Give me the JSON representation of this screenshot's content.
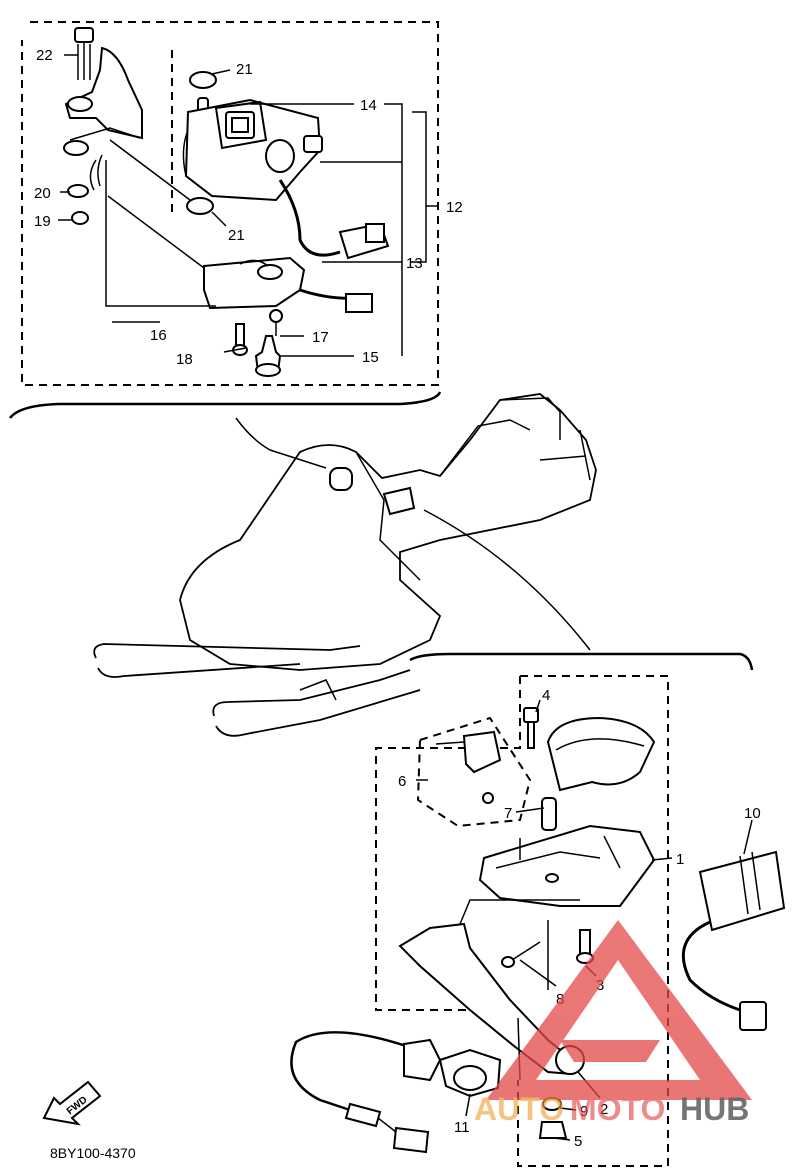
{
  "diagram_code": "8BY100-4370",
  "fwd_label": "FWD",
  "watermark": {
    "part1": "AUTO",
    "part2": "MOTO",
    "part3": "HUB",
    "logo_color": "#e34848"
  },
  "callouts": {
    "n1": "1",
    "n2": "2",
    "n3": "3",
    "n4": "4",
    "n5": "5",
    "n6": "6",
    "n7": "7",
    "n8": "8",
    "n9": "9",
    "n10": "10",
    "n11": "11",
    "n12": "12",
    "n13": "13",
    "n14": "14",
    "n15": "15",
    "n16": "16",
    "n17": "17",
    "n18": "18",
    "n19": "19",
    "n20": "20",
    "n21a": "21",
    "n21b": "21",
    "n22": "22"
  }
}
